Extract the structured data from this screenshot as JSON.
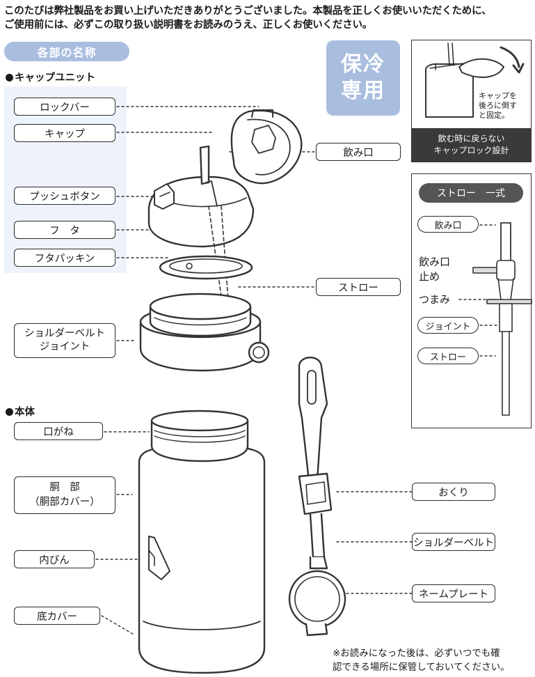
{
  "intro": {
    "line1": "このたびは弊社製品をお買い上げいただきありがとうございました。本製品を正しくお使いいただくために、",
    "line2": "ご使用前には、必ずこの取り扱い説明書をお読みのうえ、正しくお使いください。"
  },
  "heading": "各部の名称",
  "sections": {
    "cap_unit": "キャップユニット",
    "body": "本体"
  },
  "cold_only": {
    "line1": "保冷",
    "line2": "専用"
  },
  "cap_lock": {
    "note_line1": "キャップを",
    "note_line2": "後ろに倒す",
    "note_line3": "と固定。",
    "banner_line1": "飲む時に戻らない",
    "banner_line2": "キャップロック設計"
  },
  "labels": {
    "lock_bar": "ロックバー",
    "cap": "キャップ",
    "push_button": "プッシュボタン",
    "lid": "フ　タ",
    "lid_packing": "フタパッキン",
    "shoulder_joint_line1": "ショルダーベルト",
    "shoulder_joint_line2": "ジョイント",
    "spout": "飲み口",
    "straw": "ストロー",
    "mouth_ring": "口がね",
    "body_line1": "胴　部",
    "body_line2": "（胴部カバー）",
    "inner_bottle": "内びん",
    "bottom_cover": "底カバー",
    "strap_ring": "おくり",
    "shoulder_belt": "ショルダーベルト",
    "name_plate": "ネームプレート"
  },
  "straw_set": {
    "title": "ストロー　一式",
    "spout": "飲み口",
    "stopper_line1": "飲み口",
    "stopper_line2": "止め",
    "knob": "つまみ",
    "joint": "ジョイント",
    "straw": "ストロー"
  },
  "footer": {
    "line1": "※お読みになった後は、必ずいつでも確",
    "line2": "認できる場所に保管しておいてください。"
  }
}
